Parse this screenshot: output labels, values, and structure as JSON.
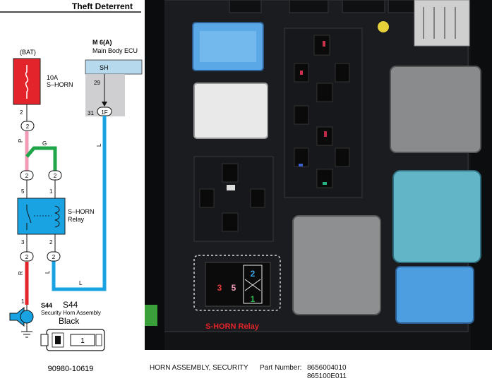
{
  "diagram": {
    "section_title": "Theft Deterrent",
    "bat_label": "(BAT)",
    "fuse_amp": "10A",
    "fuse_name": "S–HORN",
    "ecu_connector": "M 6(A)",
    "ecu_name": "Main Body ECU",
    "ecu_terminal": "SH",
    "ecu_pin": "29",
    "ecu_pin_31": "31",
    "ecu_conn_1f": "1F",
    "pin_2": "2",
    "pin_5": "5",
    "pin_1": "1",
    "pin_3": "3",
    "conn_2": "2",
    "wire_p": "P",
    "wire_g": "G",
    "wire_r": "R",
    "wire_l": "L",
    "relay_name": "S–HORN",
    "relay_word": "Relay",
    "horn_conn_code": "S44",
    "horn_name": "Security Horn Assembly",
    "horn_code_large": "S44",
    "horn_color": "Black",
    "connector_pin": "1",
    "part_code": "90980-10619"
  },
  "photo": {
    "relay_label": "S-HORN Relay",
    "pin_labels": [
      "2",
      "3",
      "5",
      "1"
    ]
  },
  "footer": {
    "item": "HORN ASSEMBLY, SECURITY",
    "part_number_label": "Part Number:",
    "part_numbers": [
      "8656004010",
      "865100E011"
    ]
  }
}
